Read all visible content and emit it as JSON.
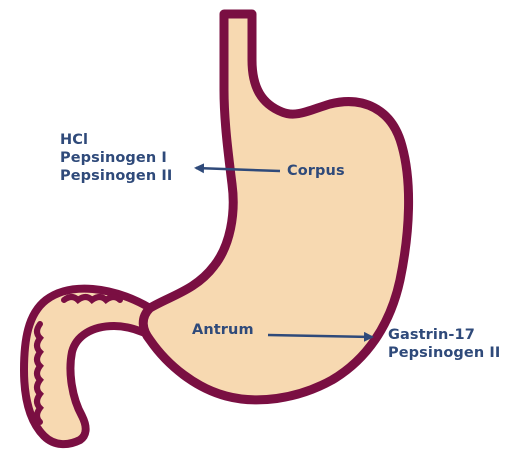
{
  "colors": {
    "outline": "#7a0f42",
    "fill": "#f7d9b1",
    "text": "#2f4a7a",
    "arrow": "#2f4a7a"
  },
  "labels": {
    "corpus": "Corpus",
    "antrum": "Antrum"
  },
  "secretions": {
    "corpus": [
      "HCl",
      "Pepsinogen I",
      "Pepsinogen II"
    ],
    "antrum": [
      "Gastrin-17",
      "Pepsinogen II"
    ]
  }
}
